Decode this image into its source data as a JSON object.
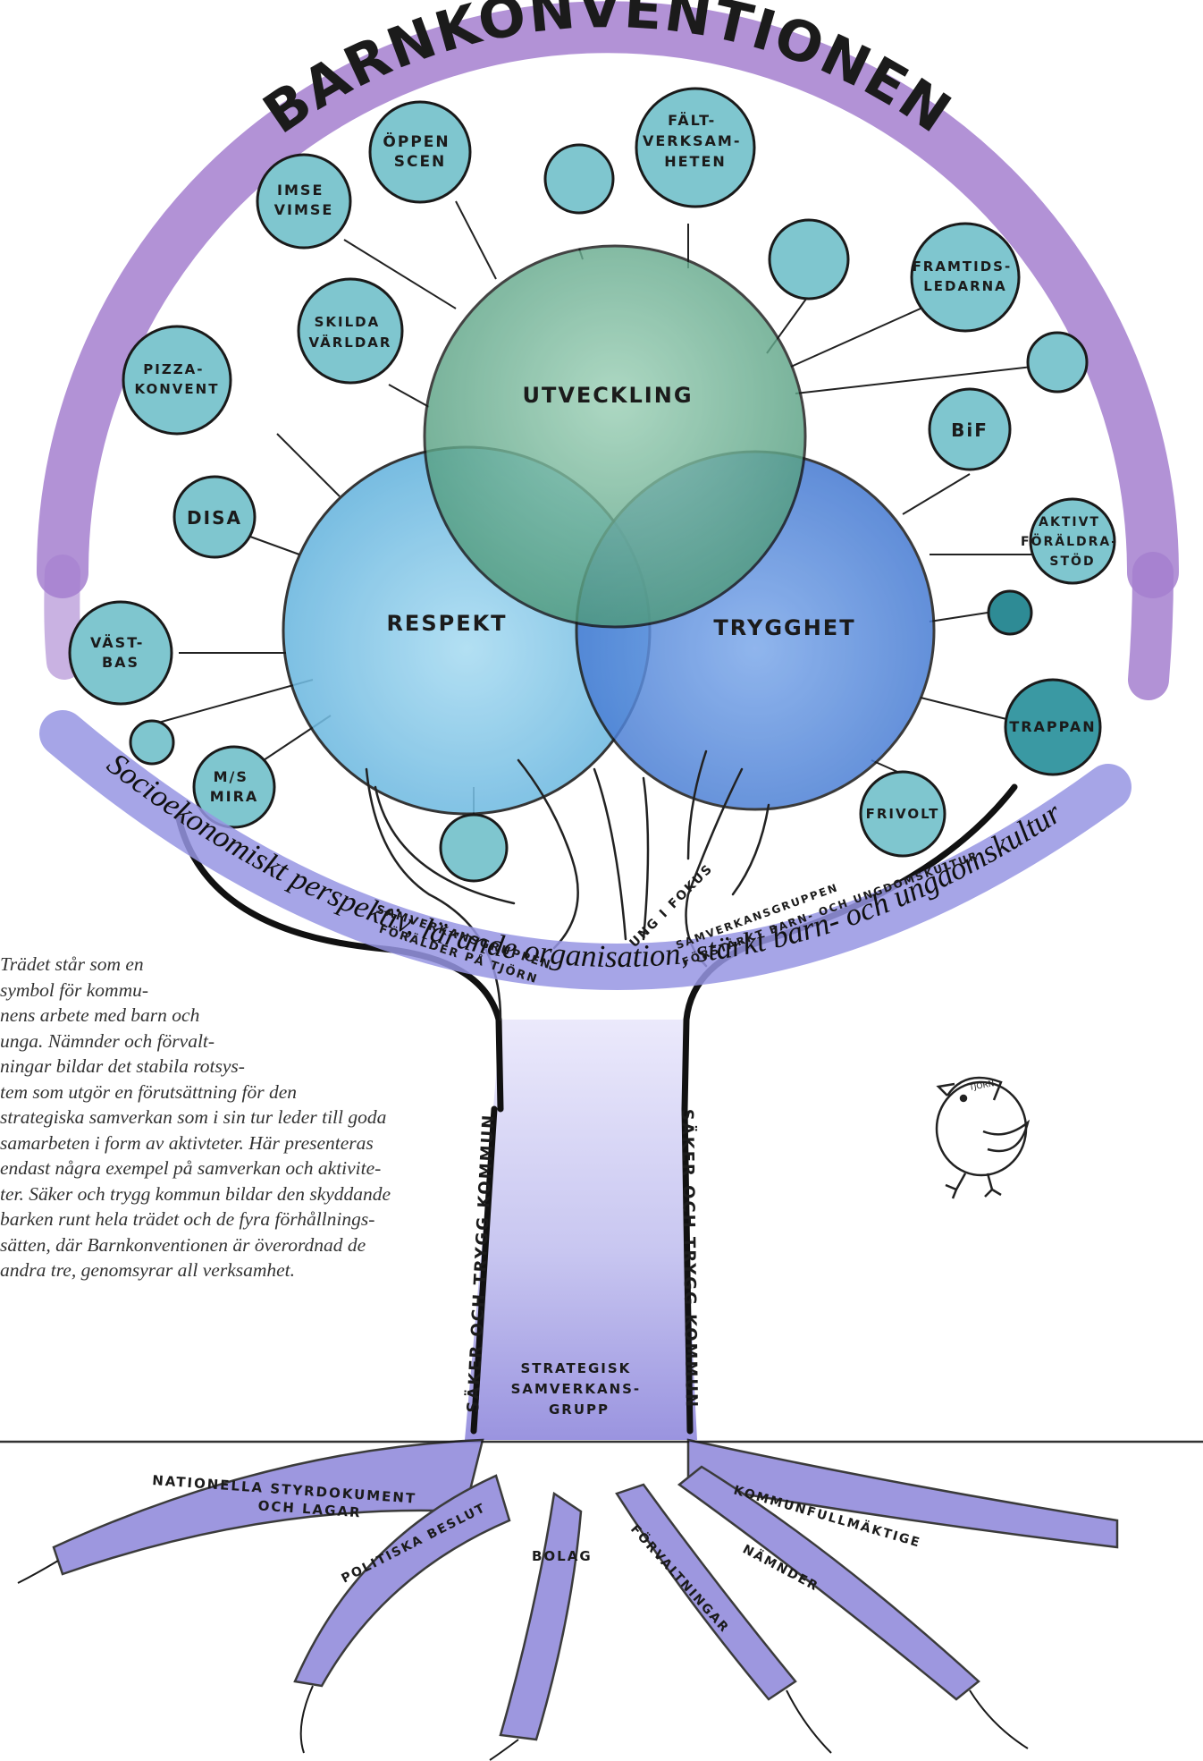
{
  "arc_title": "BARNKONVENTIONEN",
  "venn": {
    "top": "UTVECKLING",
    "left": "RESPEKT",
    "right": "TRYGGHET"
  },
  "bubbles": {
    "oppen_scen": [
      "ÖPPEN",
      "SCEN"
    ],
    "faltverksamheten": [
      "FÄLT-",
      "VERKSAM-",
      "HETEN"
    ],
    "imse_vimse": [
      "IMSE",
      "VIMSE"
    ],
    "framtidsledarna": [
      "FRAMTIDS-",
      "LEDARNA"
    ],
    "skilda_varldar": [
      "SKILDA",
      "VÄRLDAR"
    ],
    "pizzakonvent": [
      "PIZZA-",
      "KONVENT"
    ],
    "bif": [
      "BiF"
    ],
    "disa": [
      "DISA"
    ],
    "aktivt_foraldrastod": [
      "AKTIVT",
      "FÖRÄLDRA-",
      "STÖD"
    ],
    "vastbas": [
      "VÄST-",
      "BAS"
    ],
    "trappan": [
      "TRAPPAN"
    ],
    "ms_mira": [
      "M/S",
      "MIRA"
    ],
    "frivolt": [
      "FRIVOLT"
    ]
  },
  "band_text": "Socioekonomiskt perspektiv, lärande organisation, stärkt barn- och ungdomskultur",
  "branches": {
    "left": [
      "SAMVERKANSGRUPPEN",
      "FÖRÄLDER PÅ TJÖRN"
    ],
    "middle": "UNG I FOKUS",
    "right": [
      "SAMVERKANSGRUPPEN",
      "FÖRSTÄRKT BARN- OCH UNGDOMSKULTUR"
    ]
  },
  "trunk": {
    "bark_left": "SÄKER OCH TRYGG KOMMUN",
    "bark_right": "SÄKER OCH TRYGG KOMMUN",
    "center": [
      "STRATEGISK",
      "SAMVERKANS-",
      "GRUPP"
    ]
  },
  "roots": {
    "nationella": [
      "NATIONELLA STYRDOKUMENT",
      "OCH LAGAR"
    ],
    "politiska": "POLITISKA BESLUT",
    "bolag": "BOLAG",
    "forvaltningar": "FÖRVALTNINGAR",
    "kommunfullmaktige": "KOMMUNFULLMÄKTIGE",
    "namnder": "NÄMNDER"
  },
  "bird_cap": "TJÖRN",
  "caption": [
    "Trädet står som en",
    "symbol för kommu-",
    "nens arbete med barn och",
    "unga. Nämnder och förvalt-",
    "ningar bildar det stabila rotsys-",
    "tem som utgör en förutsättning för den",
    "strategiska samverkan som i sin tur leder till goda",
    "samarbeten i form av aktivteter.  Här presenteras",
    "endast några exempel på samverkan och aktivite-",
    "ter. Säker och trygg kommun bildar den skyddande",
    "barken runt hela trädet och de fyra förhållnings-",
    "sätten, där Barnkonventionen är överordnad de",
    "andra tre, genomsyrar all verksamhet."
  ],
  "colors": {
    "arc": "#9b6bc4",
    "band": "#8f8ee0",
    "bubble": "#7fc6cf",
    "top_circle": "#5faa88",
    "left_circle": "#7cc0e6",
    "right_circle": "#4f86d8",
    "trunk": "#a9a8ea",
    "roots": "#8d84d8"
  }
}
